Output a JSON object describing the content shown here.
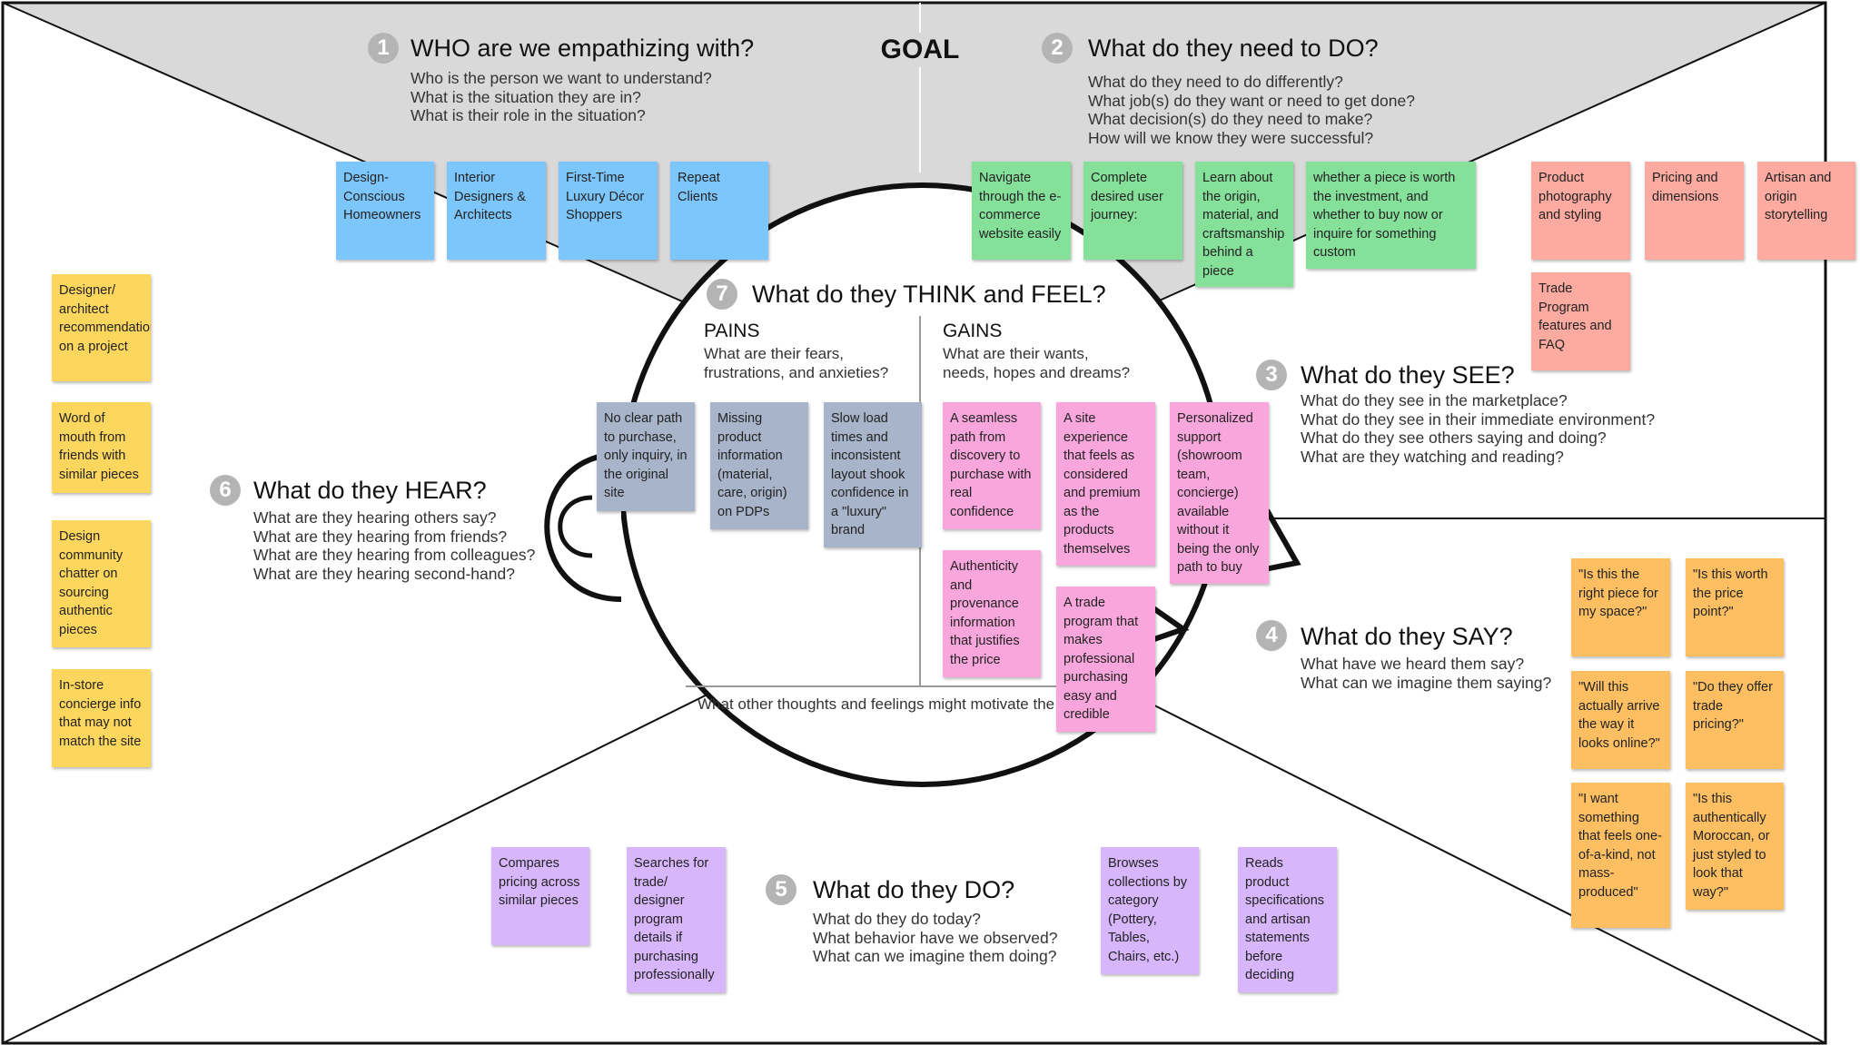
{
  "goal_label": "GOAL",
  "sections": {
    "who": {
      "number": "1",
      "title": "WHO are we empathizing with?",
      "questions": [
        "Who is the person we want to understand?",
        "What is the situation they are in?",
        "What is their role in the situation?"
      ],
      "notes": [
        "Design-Conscious Homeowners",
        "Interior Designers & Architects",
        "First-Time Luxury Décor Shoppers",
        "Repeat Clients"
      ]
    },
    "do_need": {
      "number": "2",
      "title": "What do they need to DO?",
      "questions": [
        "What do they need to do differently?",
        "What job(s) do they want or need to get done?",
        "What decision(s) do they need to make?",
        "How will we know they were successful?"
      ],
      "notes": [
        "Navigate through the e-commerce website easily",
        "Complete desired user journey:",
        "Learn about the origin, material, and craftsmanship behind a piece",
        "whether a piece is worth the investment, and whether to buy now or inquire for something custom"
      ]
    },
    "see": {
      "number": "3",
      "title": "What do they SEE?",
      "questions": [
        "What do they see in the marketplace?",
        "What do they see in their immediate environment?",
        "What do they see others saying and doing?",
        "What are they watching and reading?"
      ],
      "notes": [
        "Product photography and styling",
        "Pricing and dimensions",
        "Artisan and origin storytelling",
        "Trade Program features and FAQ"
      ]
    },
    "say": {
      "number": "4",
      "title": "What do they SAY?",
      "questions": [
        "What have we heard them say?",
        "What can we imagine them saying?"
      ],
      "notes": [
        "\"Is this the right piece for my space?\"",
        "\"Is this worth the price point?\"",
        "\"Will this actually arrive the way it looks online?\"",
        "\"Do they offer trade pricing?\"",
        "\"I want something that feels one-of-a-kind, not mass-produced\"",
        "\"Is this authentically Moroccan, or just styled to look that way?\""
      ]
    },
    "do_today": {
      "number": "5",
      "title": "What do they DO?",
      "questions": [
        "What do they do today?",
        "What behavior have we observed?",
        "What can we imagine them doing?"
      ],
      "notes": [
        "Compares pricing across similar pieces",
        "Searches for trade/ designer program details if purchasing professionally",
        "Browses collections by category (Pottery, Tables, Chairs, etc.)",
        "Reads product specifications and artisan statements before deciding"
      ]
    },
    "hear": {
      "number": "6",
      "title": "What do they HEAR?",
      "questions": [
        "What are they hearing others say?",
        "What are they hearing from friends?",
        "What are they hearing from colleagues?",
        "What are they hearing second-hand?"
      ],
      "notes": [
        "Designer/ architect recommendations on a project",
        "Word of mouth from friends with similar pieces",
        "Design community chatter on sourcing authentic pieces",
        "In-store concierge info that may not match the site"
      ]
    },
    "think_feel": {
      "number": "7",
      "title": "What do they THINK and FEEL?",
      "pains_label": "PAINS",
      "pains_questions": [
        "What are their fears,",
        "frustrations, and anxieties?"
      ],
      "gains_label": "GAINS",
      "gains_questions": [
        "What are their wants,",
        "needs, hopes and dreams?"
      ],
      "other_thoughts": "What other thoughts and feelings might motivate the",
      "pains_notes": [
        "No clear path to purchase, only inquiry, in the original site",
        "Missing product information (material, care, origin) on PDPs",
        "Slow load times and inconsistent layout shook confidence in a \"luxury\" brand"
      ],
      "gains_notes": [
        "A seamless path from discovery to purchase with real confidence",
        "A site experience that feels as considered and premium as the products themselves",
        "Personalized support (showroom team, concierge) available without it being the only path to buy",
        "Authenticity and provenance information that justifies the price",
        "A trade program that makes professional purchasing easy and credible"
      ]
    }
  },
  "colors": {
    "top_band": "#d9d9d9",
    "blue": "#7cc6fb",
    "green": "#85e09a",
    "salmon": "#fdaaa0",
    "yellow": "#fdd65e",
    "orange": "#fdbf62",
    "purple": "#d7b6fb",
    "grayblue": "#a7b4c9",
    "pink": "#f8a6dc"
  }
}
